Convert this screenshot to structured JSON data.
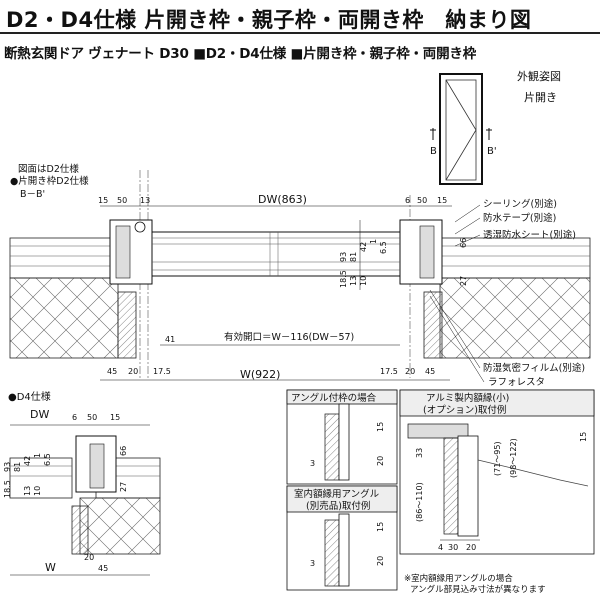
{
  "title": "D2・D4仕様 片開き枠・親子枠・両開き枠　納まり図",
  "subtitle": "断熱玄関ドア ヴェナート D30 ■D2・D4仕様 ■片開き枠・親子枠・両開き枠",
  "elevation": {
    "label": "外観姿図",
    "sub_label": "片開き",
    "section_b": "B",
    "section_b_prime": "B'"
  },
  "main_section": {
    "note_lines": [
      "図面はD2仕様",
      "●片開き枠D2仕様",
      "B－B'"
    ],
    "dw_label": "DW(863)",
    "w_label": "W(922)",
    "effective_opening": "有効開口＝W－116(DW－57)",
    "dims_top_left": [
      "15",
      "50",
      "13"
    ],
    "dims_top_right": [
      "6",
      "50",
      "15"
    ],
    "dims_vertical": [
      "93",
      "81",
      "42",
      "1",
      "6.5",
      "27",
      "18.5",
      "13",
      "10"
    ],
    "dims_bottom": [
      "41",
      "45",
      "20",
      "17.5",
      "17.5",
      "20",
      "45"
    ],
    "dim_66": "66"
  },
  "callouts": [
    "シーリング(別途)",
    "防水テープ(別途)",
    "透湿防水シート(別途)",
    "防湿気密フィルム(別途)",
    "ラフォレスタ"
  ],
  "d4_section": {
    "label": "●D4仕様",
    "dw_label": "DW",
    "w_label": "W",
    "dims_top": [
      "6",
      "50",
      "15"
    ],
    "dims_vertical": [
      "93",
      "81",
      "42",
      "1",
      "6.5",
      "13",
      "10",
      "18.5",
      "27"
    ],
    "dim_66": "66",
    "dim_20": "20",
    "dim_45": "45"
  },
  "detail_angle": {
    "title": "アングル付枠の場合",
    "dims": [
      "15",
      "3",
      "20"
    ]
  },
  "detail_aluminum": {
    "title_line1": "アルミ製内額縁(小)",
    "title_line2": "(オプション)取付例",
    "dims": [
      "15",
      "33",
      "(71～95)",
      "(98～122)",
      "(86～110)",
      "4",
      "30",
      "20"
    ]
  },
  "detail_interior": {
    "title_line1": "室内額縁用アングル",
    "title_line2": "(別売品)取付例",
    "dims": [
      "15",
      "3",
      "20"
    ]
  },
  "footnote": [
    "※室内額縁用アングルの場合",
    "アングル部見込み寸法が異なります"
  ]
}
